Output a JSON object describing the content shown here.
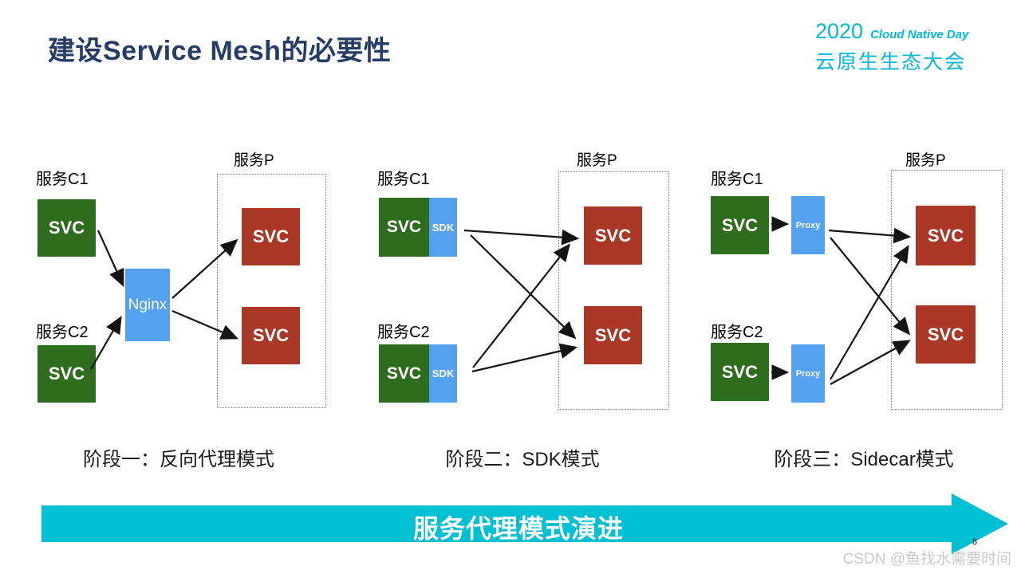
{
  "title": "建设Service Mesh的必要性",
  "logo": {
    "year": "2020",
    "tagline": "Cloud Native Day",
    "event_name": "云原生生态大会"
  },
  "diagrams": [
    {
      "caption": "阶段一：反向代理模式",
      "client1_label": "服务C1",
      "client2_label": "服务C2",
      "server_group_label": "服务P",
      "client_box_label": "SVC",
      "server_box_label": "SVC",
      "proxy_label": "Nginx"
    },
    {
      "caption": "阶段二：SDK模式",
      "client1_label": "服务C1",
      "client2_label": "服务C2",
      "server_group_label": "服务P",
      "client_box_label": "SVC",
      "server_box_label": "SVC",
      "sdk_label": "SDK"
    },
    {
      "caption": "阶段三：Sidecar模式",
      "client1_label": "服务C1",
      "client2_label": "服务C2",
      "server_group_label": "服务P",
      "client_box_label": "SVC",
      "server_box_label": "SVC",
      "proxy_label": "Proxy"
    }
  ],
  "evolution_arrow_label": "服务代理模式演进",
  "page_number": "8",
  "watermark": "CSDN @鱼找水需要时间",
  "colors": {
    "title_navy": "#253D66",
    "brand_cyan": "#00B9DC",
    "arrow_cyan": "#00C0D4",
    "client_green": "#2F6D1E",
    "server_red": "#A93826",
    "proxy_blue": "#54A2EF"
  }
}
